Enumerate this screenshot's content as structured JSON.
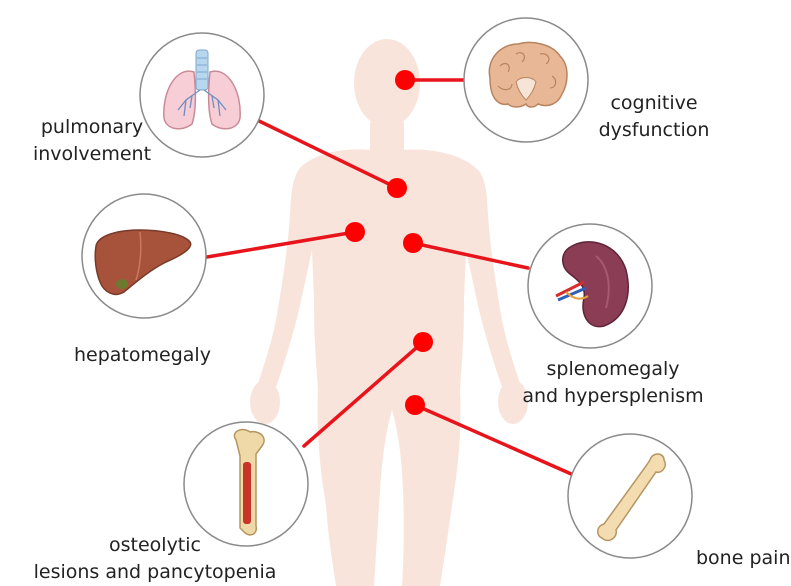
{
  "colors": {
    "connector": "#e8141b",
    "marker": "#ff0000",
    "body_silhouette": "#f9e4dc",
    "circle_border": "#8a8a8a",
    "label_text": "#222222"
  },
  "manifestations": [
    {
      "id": "pulmonary",
      "icon": "lungs-icon",
      "label_lines": [
        "pulmonary",
        "involvement"
      ]
    },
    {
      "id": "cognitive",
      "icon": "brain-icon",
      "label_lines": [
        "cognitive",
        "dysfunction"
      ]
    },
    {
      "id": "hepatomegaly",
      "icon": "liver-icon",
      "label_lines": [
        "hepatomegaly"
      ]
    },
    {
      "id": "splenomegaly",
      "icon": "spleen-icon",
      "label_lines": [
        "splenomegaly",
        "and hypersplenism"
      ]
    },
    {
      "id": "osteolytic",
      "icon": "femur-icon",
      "label_lines": [
        "osteolytic",
        "lesions and pancytopenia"
      ]
    },
    {
      "id": "bone-pain",
      "icon": "bone-icon",
      "label_lines": [
        "bone pain"
      ]
    }
  ]
}
